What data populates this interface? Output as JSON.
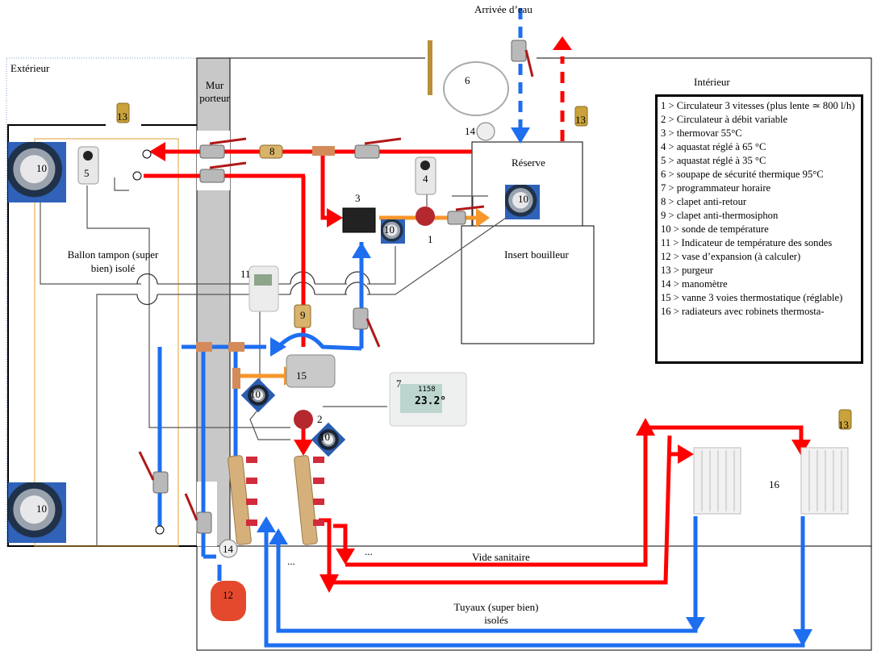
{
  "diagram": {
    "title": "Schéma hydraulique chauffage bois",
    "zones": {
      "exterior": "Extérieur",
      "interior": "Intérieur",
      "wall": "Mur porteur",
      "buffer_tank": "Ballon tampon (super bien) isolé",
      "reserve": "Réserve",
      "insert": "Insert bouilleur",
      "crawl_space": "Vide sanitaire",
      "pipes": "Tuyaux (super bien) isolés",
      "water_inlet": "Arrivée d’eau",
      "ellipsis": "..."
    },
    "component_numbers": {
      "n1": "1",
      "n2": "2",
      "n3": "3",
      "n4": "4",
      "n5": "5",
      "n6": "6",
      "n7": "7",
      "n8": "8",
      "n9": "9",
      "n10": "10",
      "n11": "11",
      "n12": "12",
      "n13": "13",
      "n14": "14",
      "n15": "15",
      "n16": "16"
    },
    "thermostat_display": {
      "time": "1158",
      "temperature": "23.2°"
    },
    "colors": {
      "hot": "#ff0000",
      "cold": "#1e6ef0",
      "mixed": "#f7962b",
      "wall": "#c8c8c8",
      "tank_border": "#e0a030"
    },
    "legend": [
      "1 > Circulateur 3 vitesses (plus lente ≃ 800 l/h)",
      "2 > Circulateur à débit variable",
      "3 > thermovar 55°C",
      "4 > aquastat réglé à 65 °C",
      "5 > aquastat réglé à 35 °C",
      "6 > soupape de sécurité thermique 95°C",
      "7 > programmateur horaire",
      "8 > clapet anti-retour",
      "9 > clapet anti-thermosiphon",
      "10 > sonde de température",
      "11 > Indicateur de température des sondes",
      "12 > vase d’expansion (à calculer)",
      "13 > purgeur",
      "14 > manomètre",
      "15 > vanne 3 voies thermostatique (réglable)",
      "16 > radiateurs avec robinets thermosta-"
    ]
  }
}
